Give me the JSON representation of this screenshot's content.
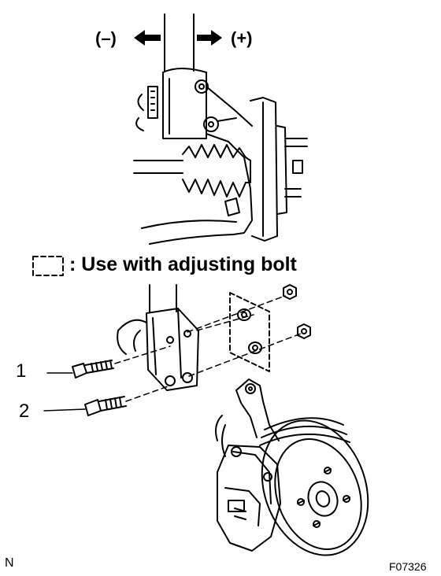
{
  "top_view": {
    "minus_label": "(–)",
    "plus_label": "(+)"
  },
  "legend": {
    "text": ": Use with adjusting bolt"
  },
  "callouts": [
    "1",
    "2"
  ],
  "footer": {
    "corner_code": "N",
    "figure_id": "F07326"
  }
}
